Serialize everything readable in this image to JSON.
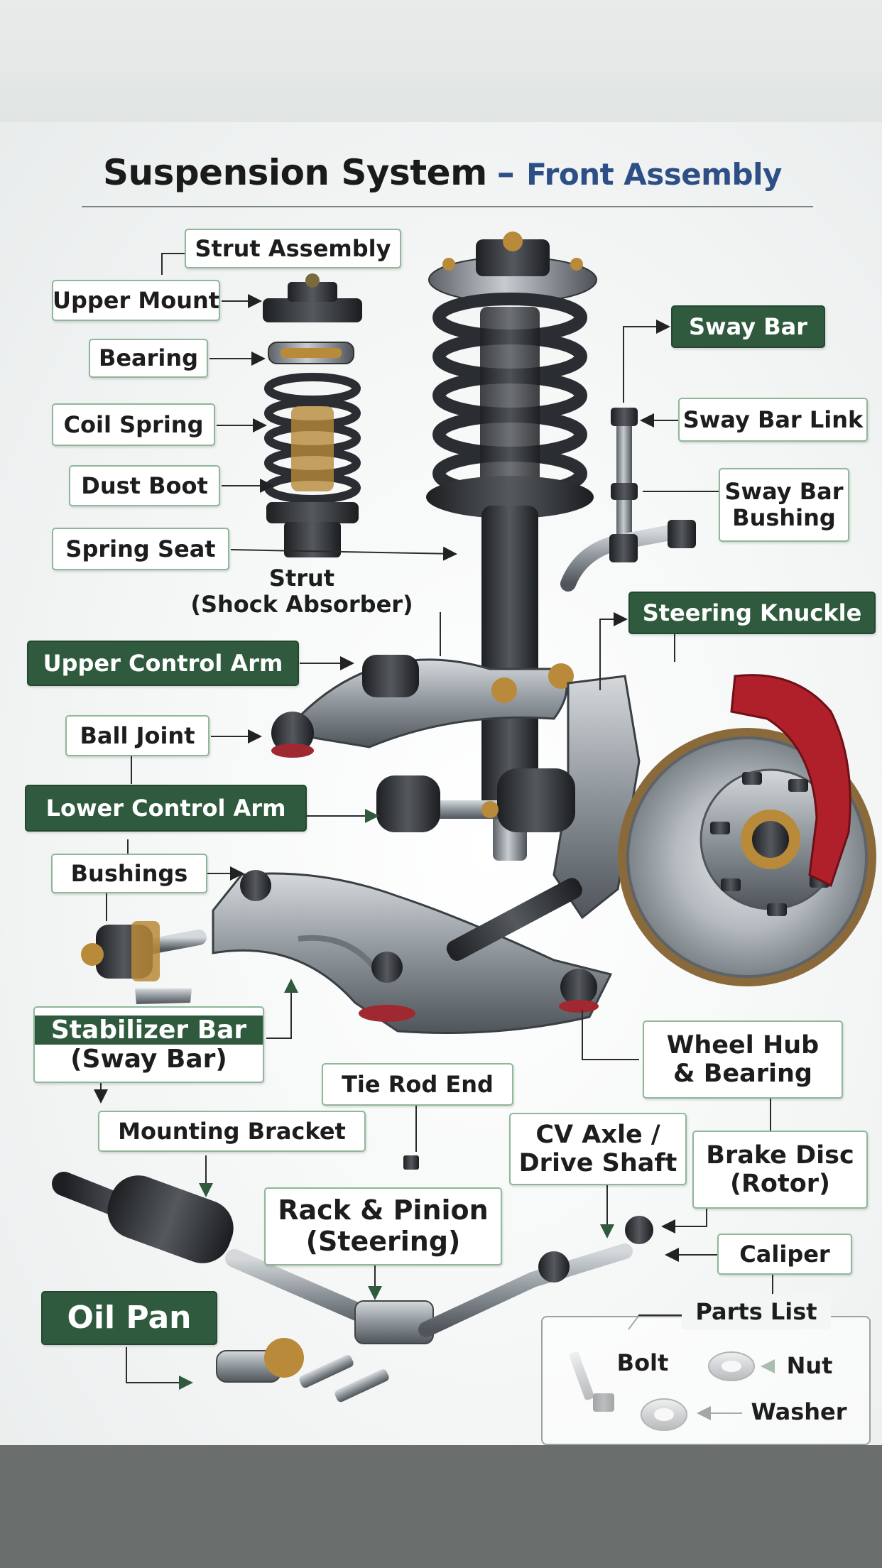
{
  "title": "Suspension System",
  "subtitle": "Front Assembly",
  "title_dash": "–",
  "labels": {
    "strut_assembly": "Strut Assembly",
    "upper_mount": "Upper Mount",
    "bearing": "Bearing",
    "coil_spring": "Coil Spring",
    "dust_boot": "Dust Boot",
    "spring_seat": "Spring Seat",
    "strut_line1": "Strut",
    "strut_line2": "(Shock Absorber)",
    "sway_bar": "Sway Bar",
    "sway_bar_link": "Sway Bar Link",
    "sway_bar_bushing_line1": "Sway Bar",
    "sway_bar_bushing_line2": "Bushing",
    "steering_knuckle": "Steering Knuckle",
    "upper_control_arm": "Upper Control Arm",
    "ball_joint": "Ball Joint",
    "lower_control_arm": "Lower Control Arm",
    "bushings": "Bushings",
    "stabilizer_line1": "Stabilizer Bar",
    "stabilizer_line2": "(Sway Bar)",
    "tie_rod_end": "Tie Rod End",
    "wheel_hub_line1": "Wheel Hub",
    "wheel_hub_line2": "& Bearing",
    "mounting_bracket": "Mounting Bracket",
    "cv_axle_line1": "CV Axle /",
    "cv_axle_line2": "Drive Shaft",
    "brake_disc_line1": "Brake Disc",
    "brake_disc_line2": "(Rotor)",
    "rack_line1": "Rack & Pinion",
    "rack_line2": "(Steering)",
    "caliper": "Caliper",
    "oil_pan": "Oil Pan",
    "parts_list": "Parts List",
    "bolt": "Bolt",
    "nut": "Nut",
    "washer": "Washer"
  },
  "colors": {
    "dark_label": "#2f5a3e",
    "label_border": "#8fb79a",
    "subtitle": "#2d4f86",
    "caliper": "#b0202a",
    "brass": "#b88a3a",
    "steel": "#8a9096"
  }
}
